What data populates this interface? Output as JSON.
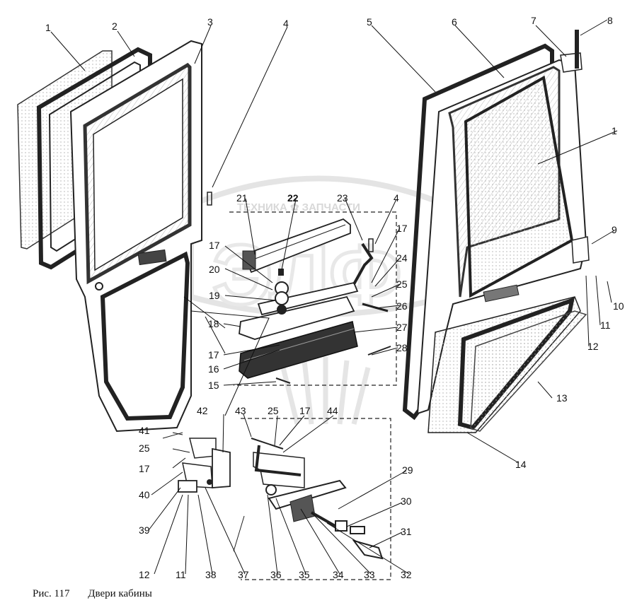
{
  "caption": {
    "fig": "Рис. 117",
    "title": "Двери кабины"
  },
  "watermark": {
    "text": "ТЕХНИКА ✿ ЗАПЧАСТИ",
    "logo": "ЭЛФ"
  },
  "callouts": [
    "1",
    "2",
    "3",
    "4",
    "5",
    "6",
    "7",
    "8",
    "1",
    "9",
    "10",
    "11",
    "12",
    "13",
    "14",
    "21",
    "22",
    "23",
    "4",
    "17",
    "17",
    "20",
    "24",
    "19",
    "25",
    "26",
    "18",
    "27",
    "17",
    "28",
    "16",
    "15",
    "42",
    "43",
    "25",
    "17",
    "44",
    "41",
    "25",
    "17",
    "40",
    "39",
    "29",
    "30",
    "31",
    "12",
    "11",
    "38",
    "37",
    "36",
    "35",
    "34",
    "33",
    "32"
  ]
}
